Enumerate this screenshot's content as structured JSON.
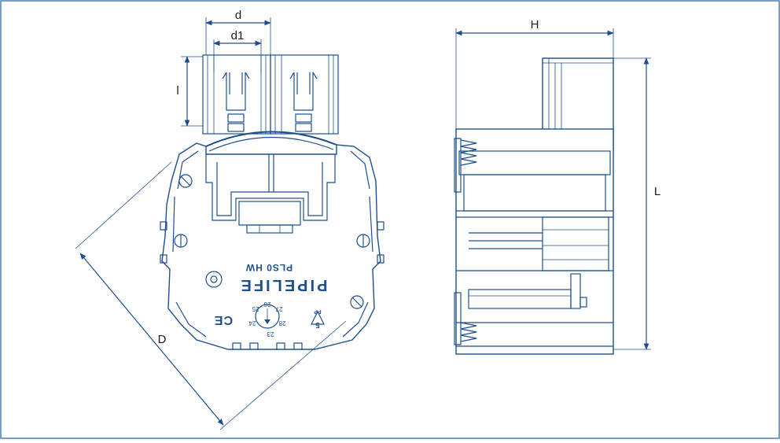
{
  "colors": {
    "line": "#1d4f8f",
    "ink": "#1a1a1a",
    "frame": "#4f7db3"
  },
  "dimensions": {
    "d": "d",
    "d1": "d1",
    "l": "l",
    "D": "D",
    "H": "H",
    "L": "L"
  },
  "markings": {
    "brand": "PIPELIFE",
    "model": "PLS0 HW",
    "ce": "CE",
    "recycle_code": "5",
    "recycle_sub": "PP",
    "dial_numbers": [
      "26",
      "27",
      "25",
      "28",
      "24",
      "23"
    ]
  }
}
